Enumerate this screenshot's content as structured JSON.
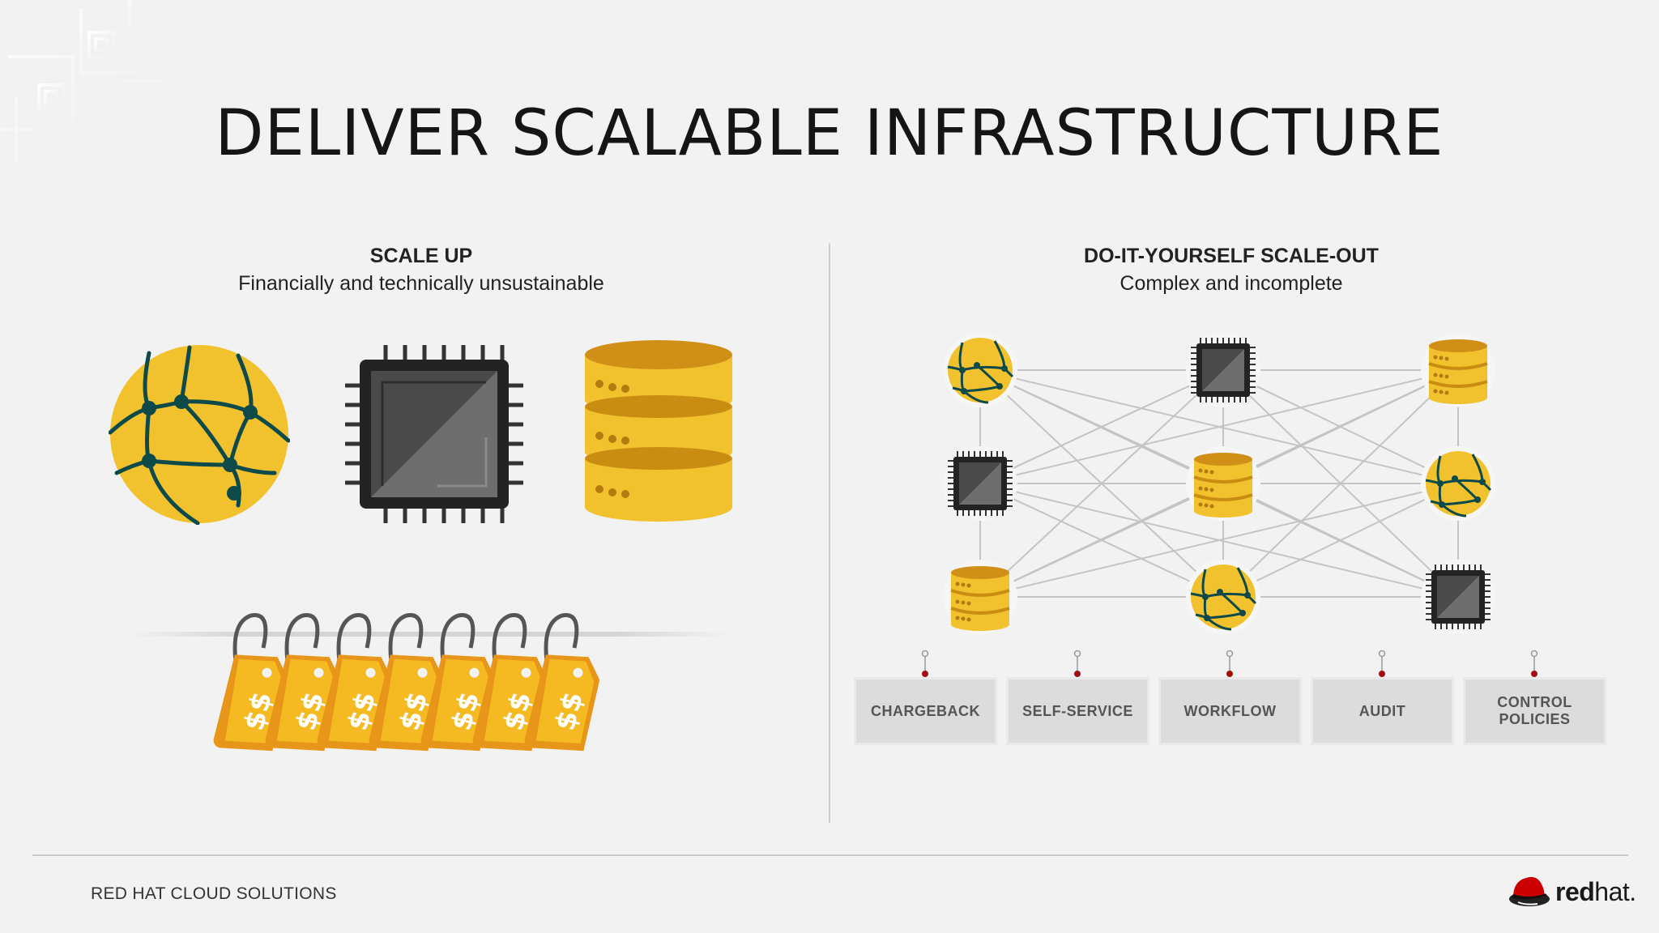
{
  "title": "DELIVER SCALABLE INFRASTRUCTURE",
  "left": {
    "heading": "SCALE UP",
    "subheading": "Financially and technically unsustainable",
    "icons": [
      "globe-icon",
      "cpu-chip-icon",
      "database-icon"
    ],
    "price_tags": [
      "$$",
      "$$",
      "$$",
      "$$",
      "$$",
      "$$",
      "$$"
    ]
  },
  "right": {
    "heading": "DO-IT-YOURSELF SCALE-OUT",
    "subheading": "Complex and incomplete",
    "nodes": [
      "globe-icon",
      "cpu-chip-icon",
      "database-icon",
      "cpu-chip-icon",
      "database-icon",
      "globe-icon",
      "database-icon",
      "globe-icon",
      "cpu-chip-icon"
    ],
    "capabilities": [
      "CHARGEBACK",
      "SELF-SERVICE",
      "WORKFLOW",
      "AUDIT",
      "CONTROL\nPOLICIES"
    ]
  },
  "footer": {
    "text": "RED HAT CLOUD SOLUTIONS",
    "brand_bold": "red",
    "brand_light": "hat."
  },
  "colors": {
    "accent_yellow": "#f2c12e",
    "dark_yellow": "#c98d12",
    "tag_orange": "#e8961a",
    "chip_gray": "#555555",
    "brand_red": "#cc0000"
  }
}
